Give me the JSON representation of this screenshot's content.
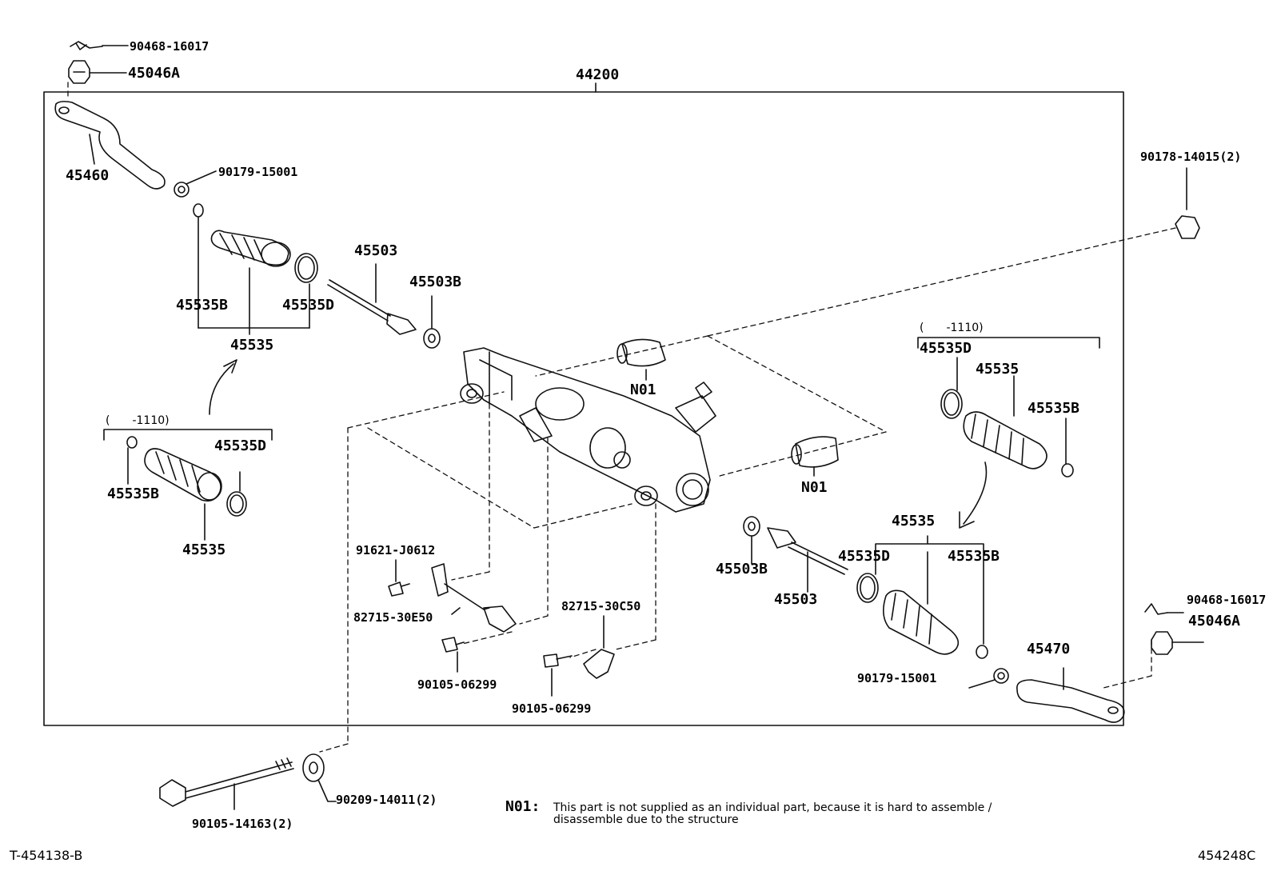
{
  "assembly": {
    "number": "44200"
  },
  "left": {
    "clip_top": "90468-16017",
    "nut_top": "45046A",
    "tie_rod_end": "45460",
    "nut_small": "90179-15001",
    "boot_assy": "45535",
    "boot_clip_b": "45535B",
    "boot_clip_d": "45535D",
    "tie_rod": "45503",
    "washer": "45503B",
    "bracket_range": "(　　-1110)",
    "alt_boot_clip_b": "45535B",
    "alt_boot_clip_d": "45535D",
    "alt_boot_assy": "45535"
  },
  "right": {
    "nut_far": "90178-14015(2)",
    "bracket_range": "(　　-1110)",
    "alt_boot_clip_d": "45535D",
    "alt_boot_assy": "45535",
    "alt_boot_clip_b": "45535B",
    "boot_assy": "45535",
    "boot_clip_d": "45535D",
    "boot_clip_b": "45535B",
    "washer": "45503B",
    "tie_rod": "45503",
    "tie_rod_end": "45470",
    "nut_small": "90179-15001",
    "clip": "90468-16017",
    "nut": "45046A"
  },
  "center": {
    "bush_top": "N01",
    "bush_right": "N01",
    "bolt_a": "91621-J0612",
    "sensor": "82715-30E50",
    "bolt_b": "90105-06299",
    "bracket": "82715-30C50",
    "bolt_c": "90105-06299"
  },
  "bottom": {
    "long_bolt": "90105-14163(2)",
    "washer": "90209-14011(2)"
  },
  "note": {
    "code": "N01:",
    "line1": "This part is not supplied as an individual part, because it is hard to assemble /",
    "line2": "disassemble due to the structure"
  },
  "footer": {
    "left_id": "T-454138-B",
    "right_id": "454248C"
  }
}
